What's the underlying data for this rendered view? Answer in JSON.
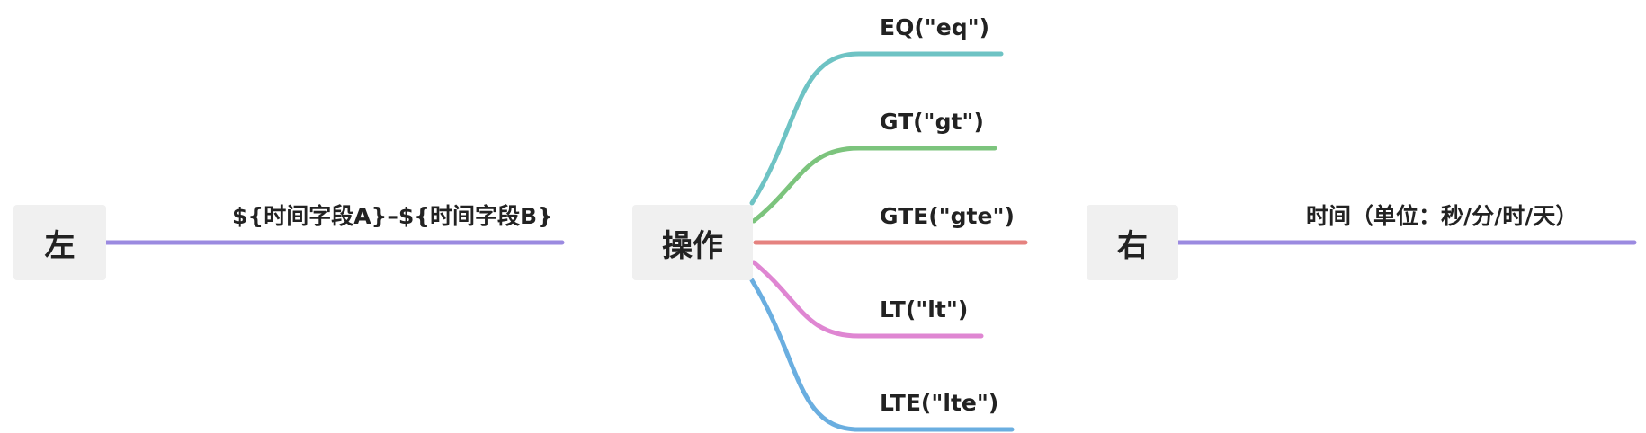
{
  "groups": [
    {
      "node": "左",
      "branches": [
        {
          "label": "${时间字段A}–${时间字段B}",
          "color": "#9b8ae0"
        }
      ]
    },
    {
      "node": "操作",
      "branches": [
        {
          "label": "EQ(\"eq\")",
          "color": "#6ec3c4"
        },
        {
          "label": "GT(\"gt\")",
          "color": "#7cc47d"
        },
        {
          "label": "GTE(\"gte\")",
          "color": "#e5827f"
        },
        {
          "label": "LT(\"lt\")",
          "color": "#df86d2"
        },
        {
          "label": "LTE(\"lte\")",
          "color": "#6aaee0"
        }
      ]
    },
    {
      "node": "右",
      "branches": [
        {
          "label": "时间（单位：秒/分/时/天）",
          "color": "#9b8ae0"
        }
      ]
    }
  ]
}
